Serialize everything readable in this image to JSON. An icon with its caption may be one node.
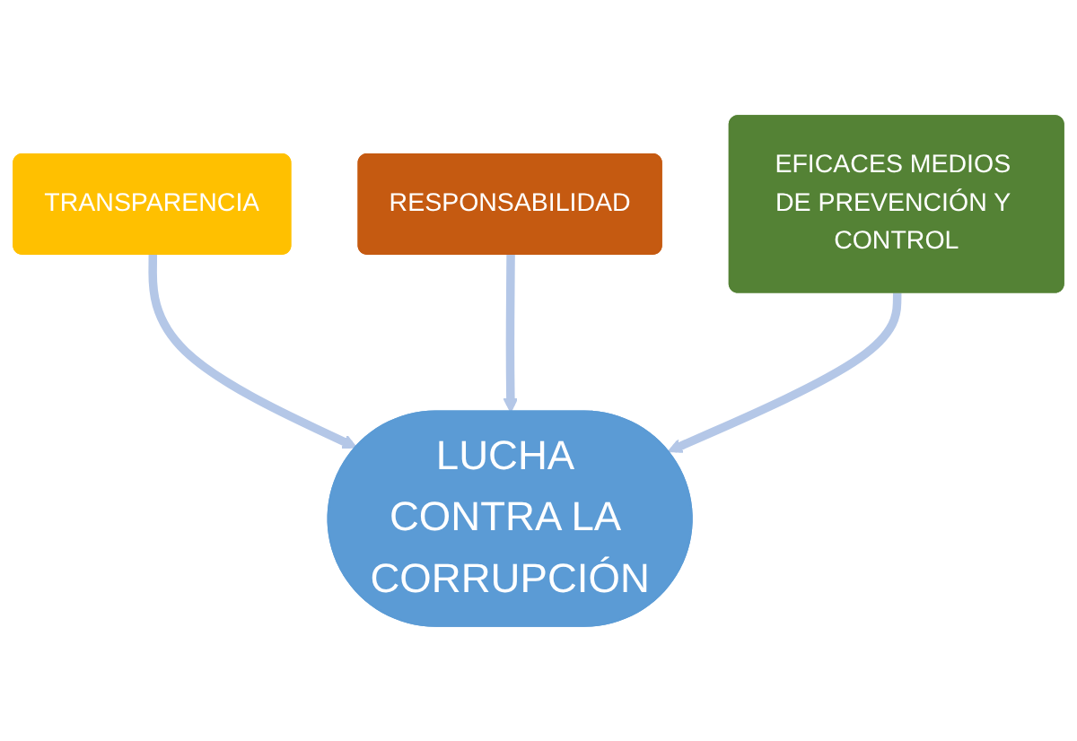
{
  "diagram": {
    "nodes": [
      {
        "text": [
          "TRANSPARENCIA"
        ]
      },
      {
        "text": [
          "RESPONSABILIDAD"
        ]
      },
      {
        "text": [
          "EFICACES MEDIOS DE PREVENCIÓN Y CONTROL"
        ]
      },
      {
        "text": [
          "LUCHA CONTRA LA CORRUPCIÓN"
        ]
      }
    ],
    "edges": [
      {
        "from": 0,
        "to": 3,
        "arrow": "to"
      },
      {
        "from": 1,
        "to": 3,
        "arrow": "to"
      },
      {
        "from": 2,
        "to": 3,
        "arrow": "to"
      }
    ]
  }
}
